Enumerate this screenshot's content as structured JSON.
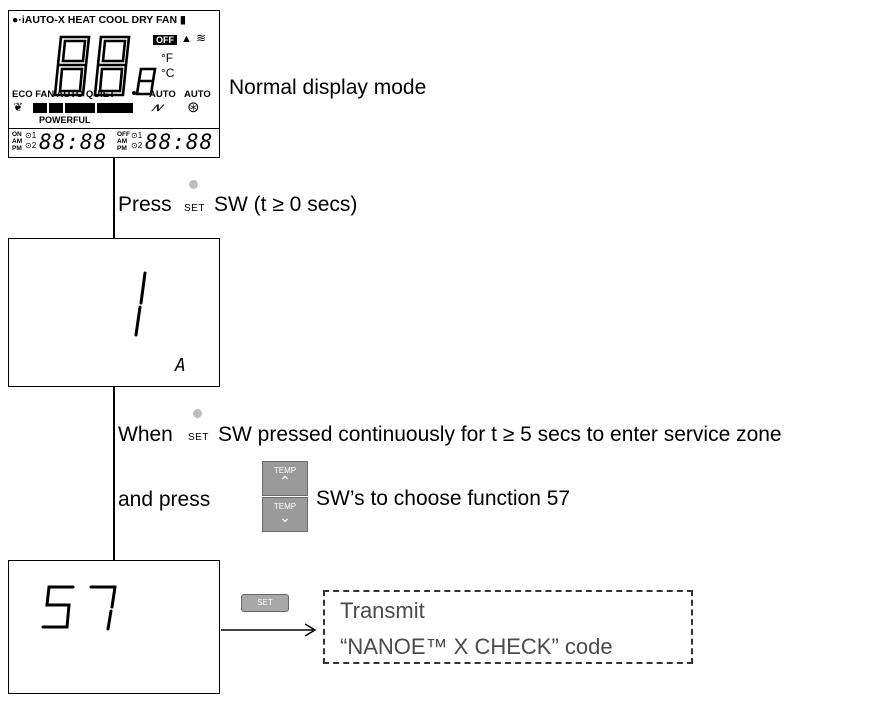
{
  "lcd": {
    "top_row": "iAUTO-X HEAT COOL DRY FAN",
    "big_digits": "88.8",
    "off_badge": "OFF",
    "unit_f": "°F",
    "unit_c": "°C",
    "mode_row": "ECO FAN AUTO QUIET",
    "auto_1": "AUTO",
    "auto_2": "AUTO",
    "powerful": "POWERFUL",
    "timer_left_labels": "ON AM PM",
    "timer_left_value": "88:88",
    "timer_right_labels": "OFF AM PM",
    "timer_right_value": "88:88"
  },
  "steps": {
    "normal_label": "Normal display mode",
    "press_prefix": "Press",
    "press_suffix": "SW (t ≥ 0 secs)",
    "set_small": "SET",
    "display2_main": "1",
    "display2_sub": "A",
    "when_prefix": "When",
    "when_suffix": "SW pressed continuously for t ≥ 5 secs to enter service zone",
    "and_press": "and press",
    "temp_label_up": "TEMP",
    "temp_label_down": "TEMP",
    "choose_suffix": "SW’s to choose function 57",
    "display3_main": "57",
    "set_button": "SET",
    "transmit_line1": "Transmit",
    "transmit_line2": "“NANOE™ X CHECK” code"
  }
}
